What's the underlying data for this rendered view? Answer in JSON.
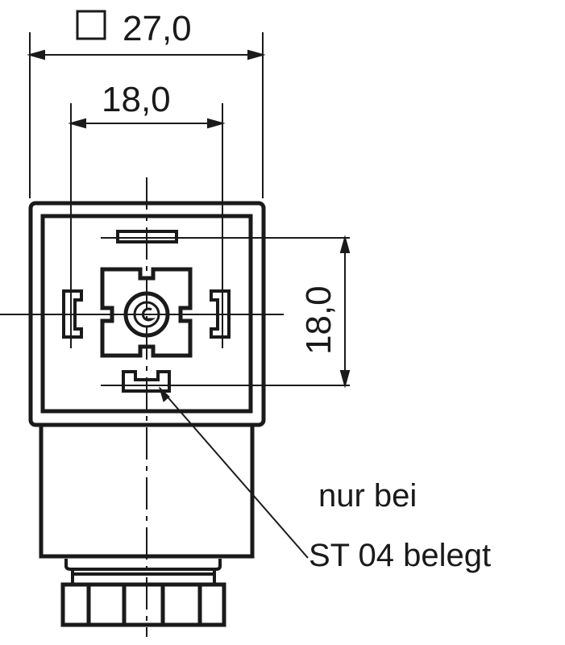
{
  "dimensions": {
    "overall_width": "27,0",
    "overall_width_symbol": "square-icon",
    "contact_spacing_horizontal": "18,0",
    "contact_spacing_vertical": "18,0"
  },
  "annotation": {
    "line1": "nur bei",
    "line2": "ST 04 belegt"
  },
  "colors": {
    "line": "#1a1a1a",
    "background": "#ffffff"
  }
}
